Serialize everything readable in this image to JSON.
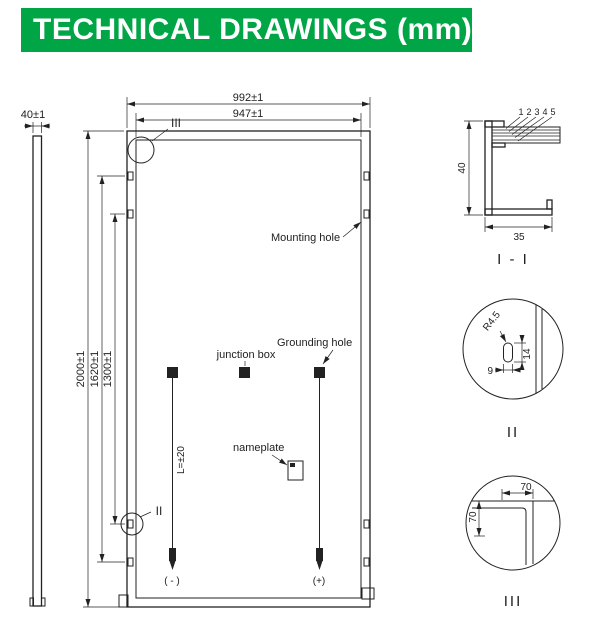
{
  "theme": {
    "accent_green": "#00A546",
    "line_color": "#222222"
  },
  "header": {
    "title": "TECHNICAL DRAWINGS (mm)"
  },
  "side_view": {
    "width_dim": "40±1"
  },
  "main_view": {
    "dims": {
      "overall_width": "992±1",
      "inner_width": "947±1",
      "overall_height": "2000±1",
      "hole_span_outer": "1620±1",
      "hole_span_inner": "1300±1",
      "cable_length": "L=±20"
    },
    "labels": {
      "mounting_hole": "Mounting hole",
      "grounding_hole": "Grounding hole",
      "junction_box": "junction box",
      "nameplate": "nameplate",
      "negative_lead": "( - )",
      "positive_lead": "(+)"
    },
    "detail_markers": {
      "corner": "III",
      "hole": "II"
    }
  },
  "detail_i": {
    "label": "I - I",
    "height_dim": "40",
    "width_dim": "35",
    "layer_numbers": [
      "1",
      "2",
      "3",
      "4",
      "5"
    ]
  },
  "detail_ii": {
    "label": "II",
    "radius_dim": "R4.5",
    "width_dim": "9",
    "length_dim": "14"
  },
  "detail_iii": {
    "label": "III",
    "top_dim": "70",
    "side_dim": "70"
  }
}
